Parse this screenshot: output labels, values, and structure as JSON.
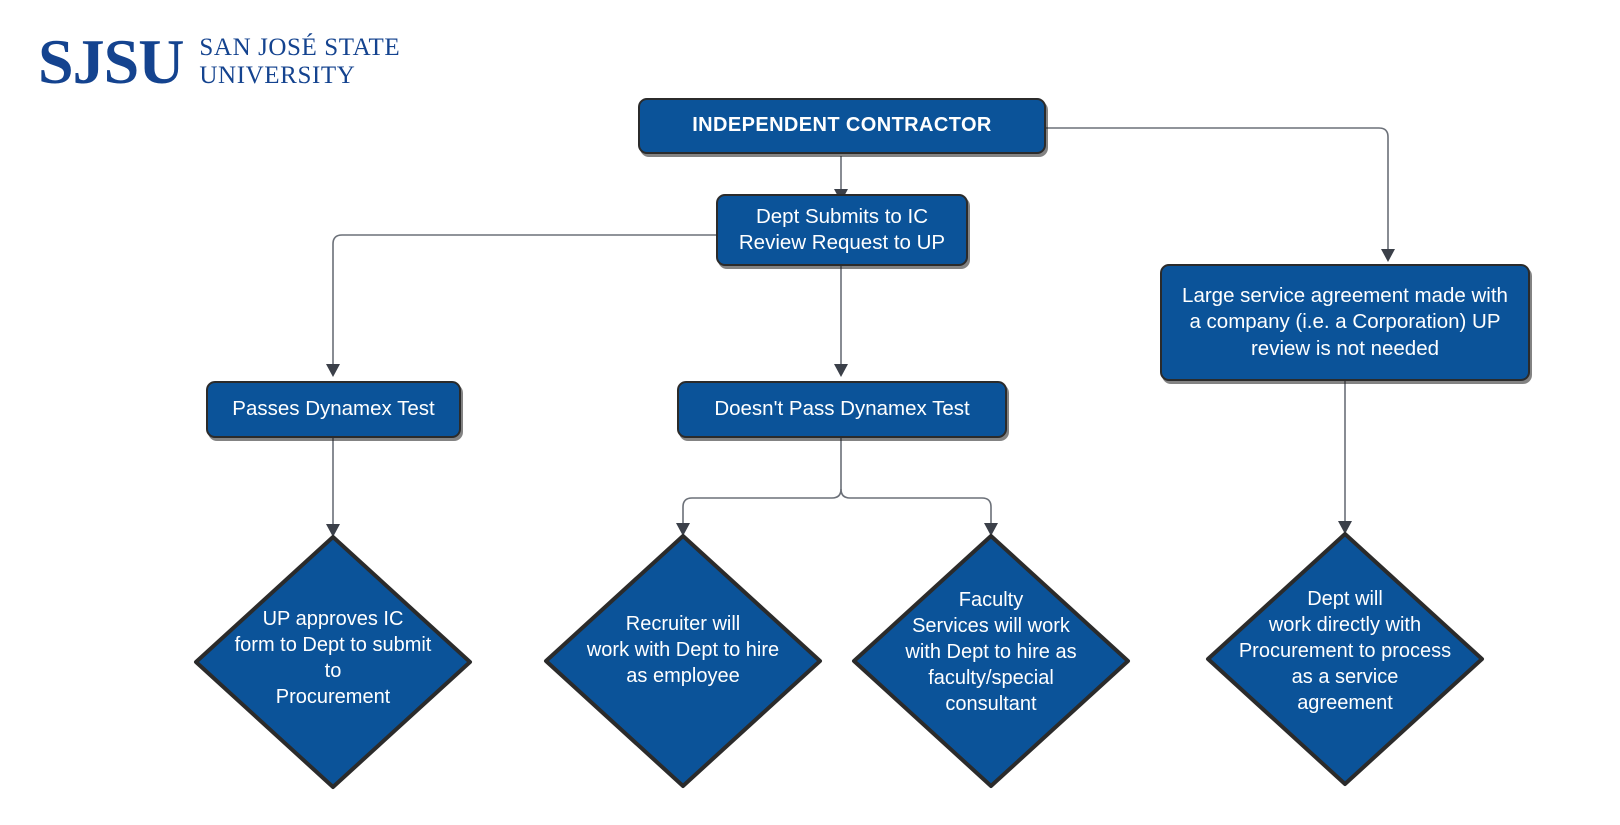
{
  "brand": {
    "mark": "SJSU",
    "line1": "SAN JOSÉ STATE",
    "line2": "UNIVERSITY",
    "color": "#14438f"
  },
  "theme": {
    "node_fill": "#0b5399",
    "node_stroke": "#2b2b2b",
    "node_text": "#ffffff",
    "connector": "#6b7078",
    "arrowhead": "#3b4049",
    "background": "#ffffff"
  },
  "chart_data": {
    "type": "diagram",
    "title": "INDEPENDENT CONTRACTOR",
    "nodes": [
      {
        "id": "ic",
        "shape": "rounded-rect",
        "label": "INDEPENDENT CONTRACTOR",
        "bold": true
      },
      {
        "id": "dept",
        "shape": "rounded-rect",
        "label": "Dept Submits to IC Review Request to UP"
      },
      {
        "id": "large",
        "shape": "rounded-rect",
        "label": "Large service agreement made with a company (i.e. a Corporation) UP review is not needed"
      },
      {
        "id": "passes",
        "shape": "rounded-rect",
        "label": "Passes Dynamex Test"
      },
      {
        "id": "fails",
        "shape": "rounded-rect",
        "label": "Doesn't Pass Dynamex Test"
      },
      {
        "id": "up",
        "shape": "diamond",
        "label": "UP approves IC form to Dept to submit to Procurement"
      },
      {
        "id": "recruiter",
        "shape": "diamond",
        "label": "Recruiter will work with Dept to hire as employee"
      },
      {
        "id": "faculty",
        "shape": "diamond",
        "label": "Faculty Services will work with Dept to hire as faculty/special consultant"
      },
      {
        "id": "deptwork",
        "shape": "diamond",
        "label": "Dept will work directly with Procurement to process as a service agreement"
      }
    ],
    "edges": [
      {
        "from": "ic",
        "to": "dept"
      },
      {
        "from": "ic",
        "to": "large"
      },
      {
        "from": "dept",
        "to": "passes"
      },
      {
        "from": "dept",
        "to": "fails"
      },
      {
        "from": "passes",
        "to": "up"
      },
      {
        "from": "fails",
        "to": "recruiter"
      },
      {
        "from": "fails",
        "to": "faculty"
      },
      {
        "from": "large",
        "to": "deptwork"
      }
    ]
  },
  "nodes": {
    "ic": {
      "line1": "INDEPENDENT CONTRACTOR"
    },
    "dept": {
      "line1": "Dept Submits to IC",
      "line2": "Review Request to UP"
    },
    "large": {
      "line1": "Large service agreement made with",
      "line2": "a company (i.e. a Corporation) UP",
      "line3": "review is not needed"
    },
    "passes": {
      "line1": "Passes Dynamex Test"
    },
    "fails": {
      "line1": "Doesn't Pass Dynamex Test"
    },
    "up": {
      "line1": "UP approves IC",
      "line2": "form to Dept to submit to",
      "line3": "Procurement"
    },
    "recruiter": {
      "line1": "Recruiter will",
      "line2": "work with Dept to hire",
      "line3": "as employee"
    },
    "faculty": {
      "line1": "Faculty",
      "line2": "Services will work",
      "line3": "with Dept to hire as",
      "line4": "faculty/special",
      "line5": "consultant"
    },
    "deptwork": {
      "line1": "Dept will",
      "line2": "work directly with",
      "line3": "Procurement to process",
      "line4": "as a service",
      "line5": "agreement"
    }
  }
}
